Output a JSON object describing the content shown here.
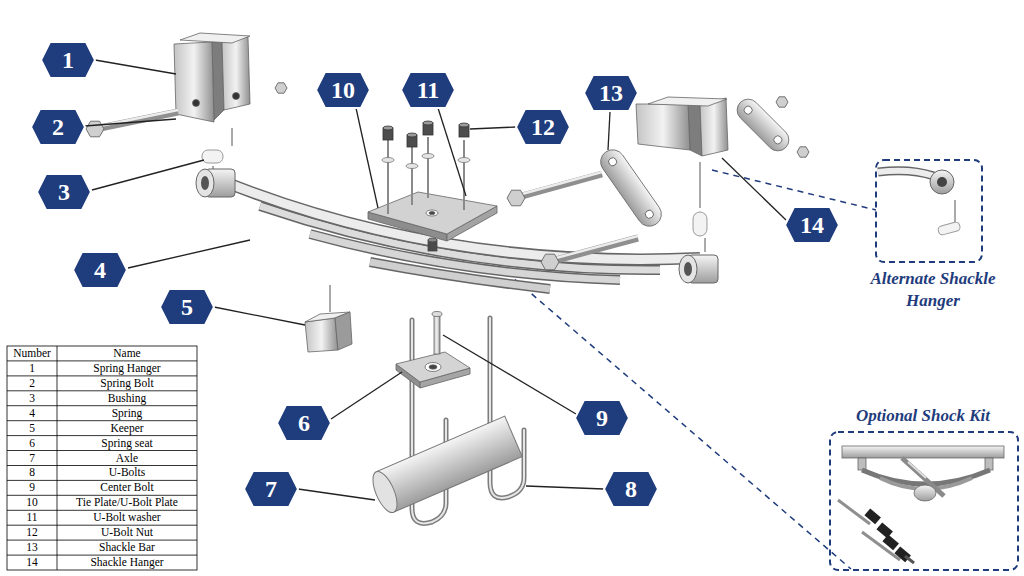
{
  "diagram": {
    "nodes": [
      {
        "text": [
          "1"
        ]
      },
      {
        "text": [
          "2"
        ]
      },
      {
        "text": [
          "3"
        ]
      },
      {
        "text": [
          "4"
        ]
      },
      {
        "text": [
          "5"
        ]
      },
      {
        "text": [
          "6"
        ]
      },
      {
        "text": [
          "7"
        ]
      },
      {
        "text": [
          "8"
        ]
      },
      {
        "text": [
          "9"
        ]
      },
      {
        "text": [
          "10"
        ]
      },
      {
        "text": [
          "11"
        ]
      },
      {
        "text": [
          "12"
        ]
      },
      {
        "text": [
          "13"
        ]
      },
      {
        "text": [
          "14"
        ]
      },
      {
        "text": [
          "Alternate Shackle Hanger"
        ]
      },
      {
        "text": [
          "Optional Shock Kit"
        ]
      }
    ],
    "labels": [
      "Number",
      "Name",
      "1",
      "Spring Hanger",
      "2",
      "Spring Bolt",
      "3",
      "Bushing",
      "4",
      "Spring",
      "5",
      "Keeper",
      "6",
      "Spring seat",
      "7",
      "Axle",
      "8",
      "U-Bolts",
      "9",
      "Center Bolt",
      "10",
      "Tie Plate/U-Bolt Plate",
      "11",
      "U-Bolt washer",
      "12",
      "U-Bolt Nut",
      "13",
      "Shackle Bar",
      "14",
      "Shackle Hanger"
    ]
  }
}
